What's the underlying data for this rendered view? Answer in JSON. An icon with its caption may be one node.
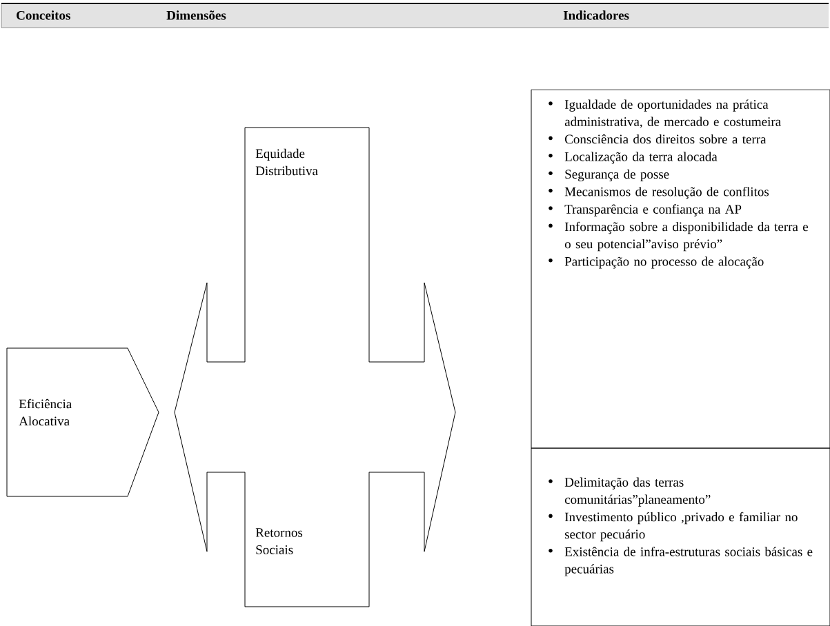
{
  "diagram": {
    "nodes": [
      {
        "text": [
          "Conceitos",
          "Dimensões",
          "Indicadores"
        ]
      },
      {
        "text": [
          "Eficiência Alocativa"
        ]
      },
      {
        "text": [
          "Equidade Distributiva",
          "Retornos Sociais"
        ]
      },
      {
        "text": [
          "Igualdade de oportunidades na prática administrativa, de mercado e costumeira",
          "Consciência dos direitos sobre a terra",
          "Localização da terra alocada",
          "Segurança de posse",
          "Mecanismos de resolução de conflitos",
          "Transparência e confiança na AP",
          "Informação sobre a disponibilidade da terra e o seu potencial”aviso prévio”",
          "Participação no processo de alocação"
        ]
      },
      {
        "text": [
          "Delimitação das terras comunitárias”planeamento”",
          "Investimento público ,privado e familiar no sector pecuário",
          "Existência de infra-estruturas sociais básicas e pecuárias"
        ]
      }
    ]
  }
}
